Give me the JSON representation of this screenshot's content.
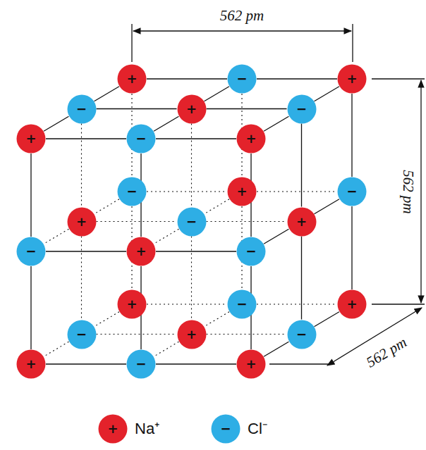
{
  "diagram": {
    "nodes": [
      {
        "text": [
          "+"
        ]
      },
      {
        "text": [
          "−"
        ]
      },
      {
        "text": [
          "+"
        ]
      },
      {
        "text": [
          "−"
        ]
      },
      {
        "text": [
          "+"
        ]
      },
      {
        "text": [
          "−"
        ]
      },
      {
        "text": [
          "+"
        ]
      },
      {
        "text": [
          "−"
        ]
      },
      {
        "text": [
          "+"
        ]
      },
      {
        "text": [
          "−"
        ]
      },
      {
        "text": [
          "+"
        ]
      },
      {
        "text": [
          "−"
        ]
      },
      {
        "text": [
          "+"
        ]
      },
      {
        "text": [
          "−"
        ]
      },
      {
        "text": [
          "+"
        ]
      },
      {
        "text": [
          "−"
        ]
      },
      {
        "text": [
          "+"
        ]
      },
      {
        "text": [
          "−"
        ]
      },
      {
        "text": [
          "+"
        ]
      },
      {
        "text": [
          "−"
        ]
      },
      {
        "text": [
          "+"
        ]
      },
      {
        "text": [
          "−"
        ]
      },
      {
        "text": [
          "+"
        ]
      },
      {
        "text": [
          "−"
        ]
      },
      {
        "text": [
          "+"
        ]
      },
      {
        "text": [
          "−"
        ]
      },
      {
        "text": [
          "+"
        ]
      }
    ],
    "edges": [
      {
        "from": 0,
        "to": 1,
        "arrow": "none"
      },
      {
        "from": 1,
        "to": 2,
        "arrow": "none"
      },
      {
        "from": 3,
        "to": 4,
        "arrow": "none"
      },
      {
        "from": 4,
        "to": 5,
        "arrow": "none"
      },
      {
        "from": 6,
        "to": 7,
        "arrow": "none"
      },
      {
        "from": 7,
        "to": 8,
        "arrow": "none"
      },
      {
        "from": 9,
        "to": 10,
        "arrow": "none"
      },
      {
        "from": 10,
        "to": 11,
        "arrow": "none"
      },
      {
        "from": 12,
        "to": 13,
        "arrow": "none"
      },
      {
        "from": 13,
        "to": 14,
        "arrow": "none"
      },
      {
        "from": 15,
        "to": 16,
        "arrow": "none"
      },
      {
        "from": 16,
        "to": 17,
        "arrow": "none"
      },
      {
        "from": 18,
        "to": 19,
        "arrow": "none"
      },
      {
        "from": 19,
        "to": 20,
        "arrow": "none"
      },
      {
        "from": 21,
        "to": 22,
        "arrow": "none"
      },
      {
        "from": 22,
        "to": 23,
        "arrow": "none"
      },
      {
        "from": 24,
        "to": 25,
        "arrow": "none"
      },
      {
        "from": 25,
        "to": 26,
        "arrow": "none"
      },
      {
        "from": 0,
        "to": 3,
        "arrow": "none"
      },
      {
        "from": 3,
        "to": 6,
        "arrow": "none"
      },
      {
        "from": 1,
        "to": 4,
        "arrow": "none"
      },
      {
        "from": 4,
        "to": 7,
        "arrow": "none"
      },
      {
        "from": 2,
        "to": 5,
        "arrow": "none"
      },
      {
        "from": 5,
        "to": 8,
        "arrow": "none"
      },
      {
        "from": 9,
        "to": 12,
        "arrow": "none"
      },
      {
        "from": 12,
        "to": 15,
        "arrow": "none"
      },
      {
        "from": 10,
        "to": 13,
        "arrow": "none"
      },
      {
        "from": 13,
        "to": 16,
        "arrow": "none"
      },
      {
        "from": 11,
        "to": 14,
        "arrow": "none"
      },
      {
        "from": 14,
        "to": 17,
        "arrow": "none"
      },
      {
        "from": 18,
        "to": 21,
        "arrow": "none"
      },
      {
        "from": 21,
        "to": 24,
        "arrow": "none"
      },
      {
        "from": 19,
        "to": 22,
        "arrow": "none"
      },
      {
        "from": 22,
        "to": 25,
        "arrow": "none"
      },
      {
        "from": 20,
        "to": 23,
        "arrow": "none"
      },
      {
        "from": 23,
        "to": 26,
        "arrow": "none"
      },
      {
        "from": 0,
        "to": 9,
        "arrow": "none"
      },
      {
        "from": 9,
        "to": 18,
        "arrow": "none"
      },
      {
        "from": 1,
        "to": 10,
        "arrow": "none"
      },
      {
        "from": 10,
        "to": 19,
        "arrow": "none"
      },
      {
        "from": 2,
        "to": 11,
        "arrow": "none"
      },
      {
        "from": 11,
        "to": 20,
        "arrow": "none"
      },
      {
        "from": 3,
        "to": 12,
        "arrow": "none"
      },
      {
        "from": 12,
        "to": 21,
        "arrow": "none"
      },
      {
        "from": 4,
        "to": 13,
        "arrow": "none"
      },
      {
        "from": 13,
        "to": 22,
        "arrow": "none"
      },
      {
        "from": 5,
        "to": 14,
        "arrow": "none"
      },
      {
        "from": 14,
        "to": 23,
        "arrow": "none"
      },
      {
        "from": 6,
        "to": 15,
        "arrow": "none"
      },
      {
        "from": 15,
        "to": 24,
        "arrow": "none"
      },
      {
        "from": 7,
        "to": 16,
        "arrow": "none"
      },
      {
        "from": 16,
        "to": 25,
        "arrow": "none"
      },
      {
        "from": 8,
        "to": 17,
        "arrow": "none"
      },
      {
        "from": 17,
        "to": 26,
        "arrow": "none"
      }
    ],
    "labels": [
      "562 pm",
      "562 pm",
      "562 pm",
      "+",
      "−"
    ],
    "legend": [
      {
        "text": "Na⁺",
        "color": "#e3222b"
      },
      {
        "text": "Cl⁻",
        "color": "#2eaee5"
      }
    ]
  }
}
